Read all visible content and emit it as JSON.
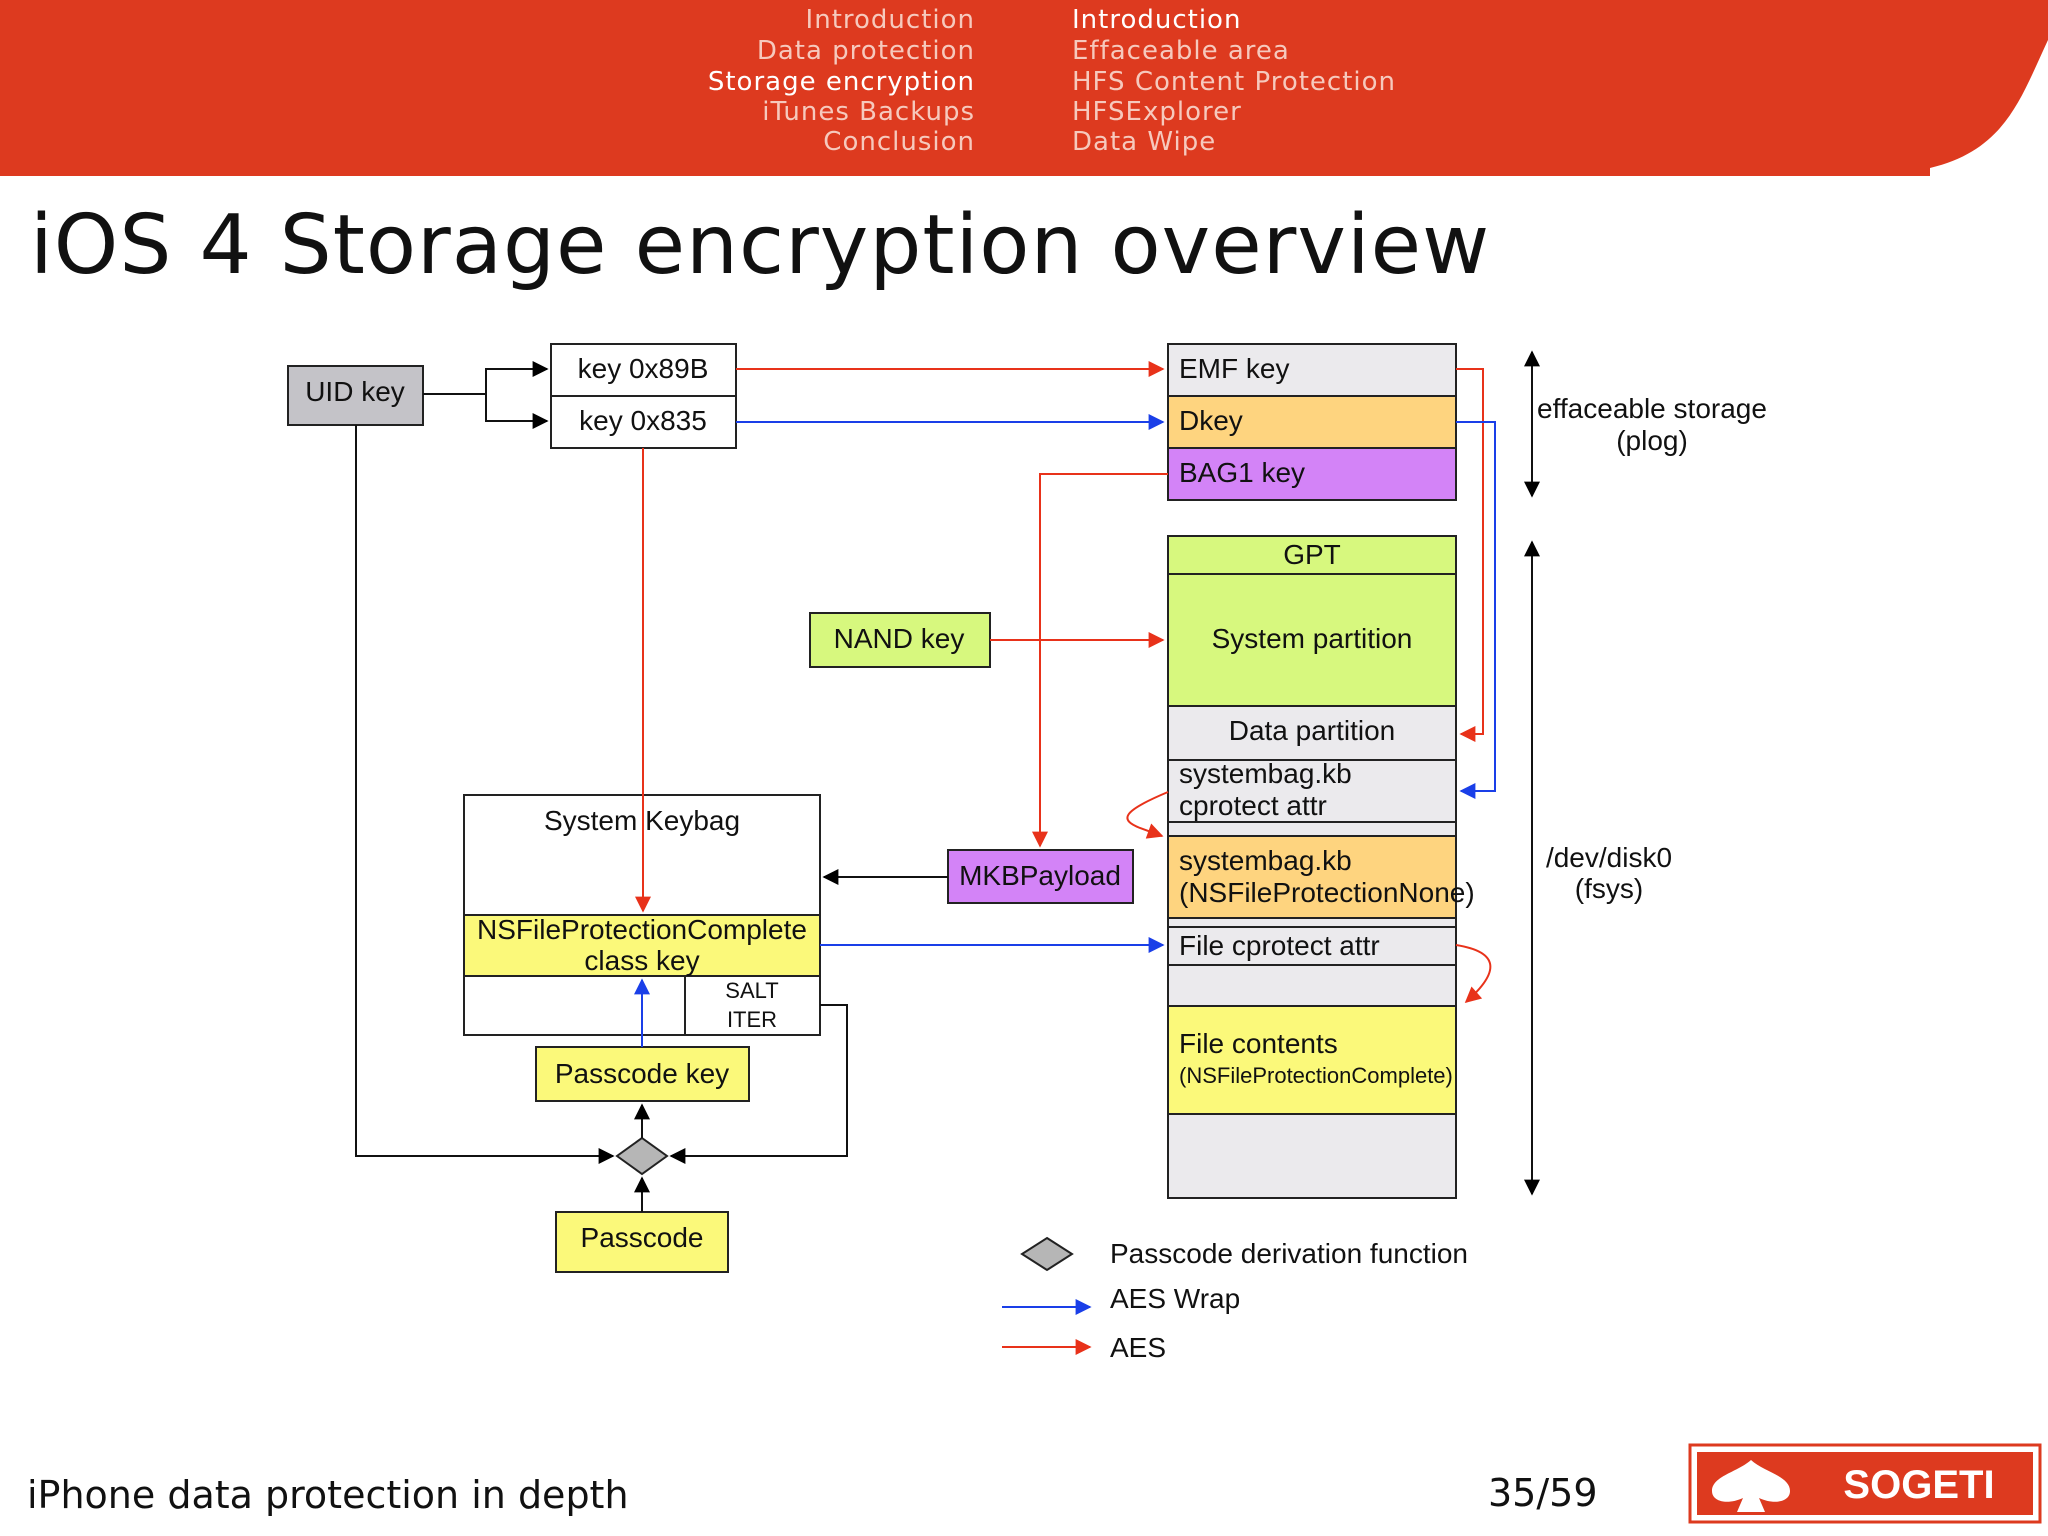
{
  "nav": {
    "sections": [
      "Introduction",
      "Data protection",
      "Storage encryption",
      "iTunes Backups",
      "Conclusion"
    ],
    "active_section": 2,
    "subsections": [
      "Introduction",
      "Effaceable area",
      "HFS Content Protection",
      "HFSExplorer",
      "Data Wipe"
    ],
    "active_subsection": 0
  },
  "slide_title": "iOS 4 Storage encryption overview",
  "diagram": {
    "uid_key": "UID key",
    "key_89b": "key 0x89B",
    "key_835": "key 0x835",
    "emf_key": "EMF key",
    "dkey": "Dkey",
    "bag1_key": "BAG1 key",
    "effaceable_label_1": "effaceable storage",
    "effaceable_label_2": "(plog)",
    "gpt": "GPT",
    "system_partition": "System partition",
    "nand_key": "NAND key",
    "data_partition": "Data partition",
    "systembag_attr_1": "systembag.kb",
    "systembag_attr_2": "cprotect attr",
    "system_keybag": "System Keybag",
    "mkbpayload": "MKBPayload",
    "systembag_none_1": "systembag.kb",
    "systembag_none_2": "(NSFileProtectionNone)",
    "class_key_1": "NSFileProtectionComplete",
    "class_key_2": "class key",
    "file_cprotect": "File cprotect attr",
    "salt": "SALT",
    "iter": "ITER",
    "passcode_key": "Passcode key",
    "file_contents_1": "File contents",
    "file_contents_2": "(NSFileProtectionComplete)",
    "disk_label_1": "/dev/disk0",
    "disk_label_2": "(fsys)",
    "passcode": "Passcode"
  },
  "legend": {
    "derivation": "Passcode derivation function",
    "aes_wrap": "AES Wrap",
    "aes": "AES"
  },
  "colors": {
    "header_red": "#dd3a1f",
    "aes_red": "#e8321a",
    "wrap_blue": "#1a3fe8",
    "gray_box": "#c4c3c8",
    "yellow": "#fbf97a",
    "orange": "#fed47f",
    "purple": "#d383f7",
    "green": "#d7f87e",
    "light_gray": "#ebeaed"
  },
  "footer": {
    "talk_title": "iPhone data protection in depth",
    "page": "35/59",
    "logo_text": "SOGETI"
  }
}
